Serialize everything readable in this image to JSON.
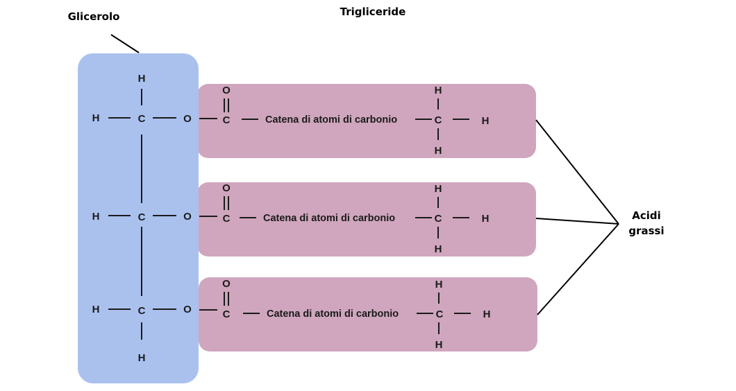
{
  "title": "Trigliceride",
  "glycerol": {
    "label": "Glicerolo",
    "color": "#aac1ee",
    "rows": [
      {
        "left_h": "H",
        "carbon": "C",
        "oxygen": "O"
      },
      {
        "left_h": "H",
        "carbon": "C",
        "oxygen": "O"
      },
      {
        "left_h": "H",
        "carbon": "C",
        "oxygen": "O"
      }
    ],
    "top_h": "H",
    "bottom_h": "H"
  },
  "fatty_acids": {
    "label_line1": "Acidi",
    "label_line2": "grassi",
    "color": "#cfa6bd",
    "chains": [
      {
        "carbonyl_o": "O",
        "carbonyl_c": "C",
        "chain_label": "Catena di atomi di carbonio",
        "terminal_c": "C",
        "h_top": "H",
        "h_right": "H",
        "h_bottom": "H"
      },
      {
        "carbonyl_o": "O",
        "carbonyl_c": "C",
        "chain_label": "Catena di atomi di carbonio",
        "terminal_c": "C",
        "h_top": "H",
        "h_right": "H",
        "h_bottom": "H"
      },
      {
        "carbonyl_o": "O",
        "carbonyl_c": "C",
        "chain_label": "Catena di atomi di carbonio",
        "terminal_c": "C",
        "h_top": "H",
        "h_right": "H",
        "h_bottom": "H"
      }
    ]
  }
}
